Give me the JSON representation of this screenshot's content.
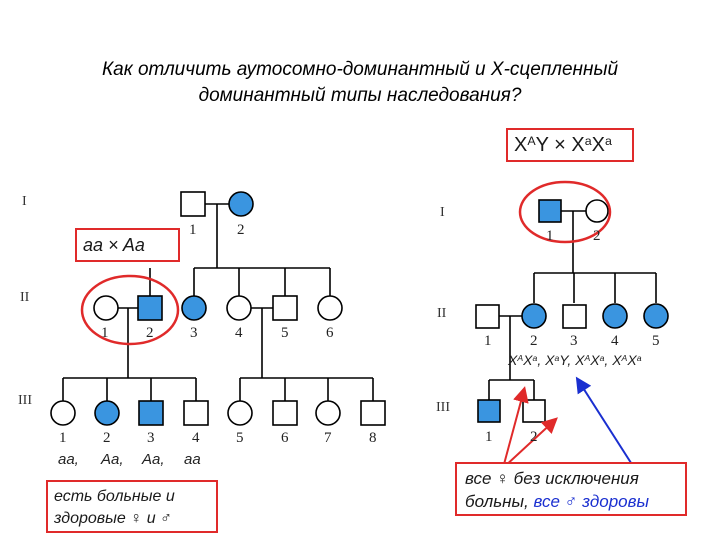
{
  "title": {
    "line1": "Как отличить аутосомно-доминантный и Х-сцепленный",
    "line2": "доминантный типы наследования?"
  },
  "left": {
    "cross_box": "aa × Aa",
    "generations": [
      "I",
      "II",
      "III"
    ],
    "gen1_numbers": [
      "1",
      "2"
    ],
    "gen2_numbers": [
      "1",
      "2",
      "3",
      "4",
      "5",
      "6"
    ],
    "gen3_numbers": [
      "1",
      "2",
      "3",
      "4",
      "5",
      "6",
      "7",
      "8"
    ],
    "gen3_genotypes": [
      "aa,",
      "Aa,",
      "Aa,",
      "aa"
    ],
    "note_line1": "есть больные и",
    "note_line2": "здоровые ♀ и ♂"
  },
  "right": {
    "cross": {
      "x1": "X",
      "s1": "A",
      "y": "Y × X",
      "s2": "a",
      "x2": "X",
      "s3": "a"
    },
    "generations": [
      "I",
      "II",
      "III"
    ],
    "gen1_numbers": [
      "1",
      "2"
    ],
    "gen2_numbers": [
      "1",
      "2",
      "3",
      "4",
      "5"
    ],
    "gen3_numbers": [
      "1",
      "2"
    ],
    "gen2_genotypes": {
      "g1": "X",
      "g1a": "A",
      "g1b": "X",
      "g1c": "a",
      "sep1": ", ",
      "g2": "X",
      "g2a": "a",
      "g2b": "Y",
      "sep2": ", ",
      "g3": "X",
      "g3a": "A",
      "g3b": "X",
      "g3c": "a",
      "sep3": ", ",
      "g4": "X",
      "g4a": "A",
      "g4b": "X",
      "g4c": "a"
    },
    "note_line1": "все ♀ без исключения",
    "note_line2a": "больны, ",
    "note_line2b": "все ♂ здоровы"
  },
  "colors": {
    "affected_fill": "#3a95e0",
    "highlight_red": "#e02a2a",
    "arrow_blue": "#1a2fd0"
  }
}
